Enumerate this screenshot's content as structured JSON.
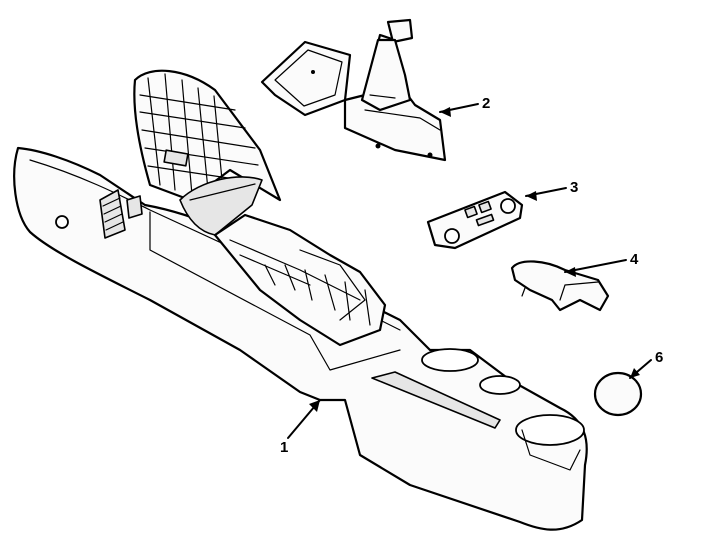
{
  "figure": {
    "background": "#ffffff",
    "line_color": "#000000"
  },
  "callouts": [
    {
      "id": "1",
      "label": "1"
    },
    {
      "id": "2",
      "label": "2"
    },
    {
      "id": "3",
      "label": "3"
    },
    {
      "id": "4",
      "label": "4"
    },
    {
      "id": "6",
      "label": "6"
    }
  ]
}
